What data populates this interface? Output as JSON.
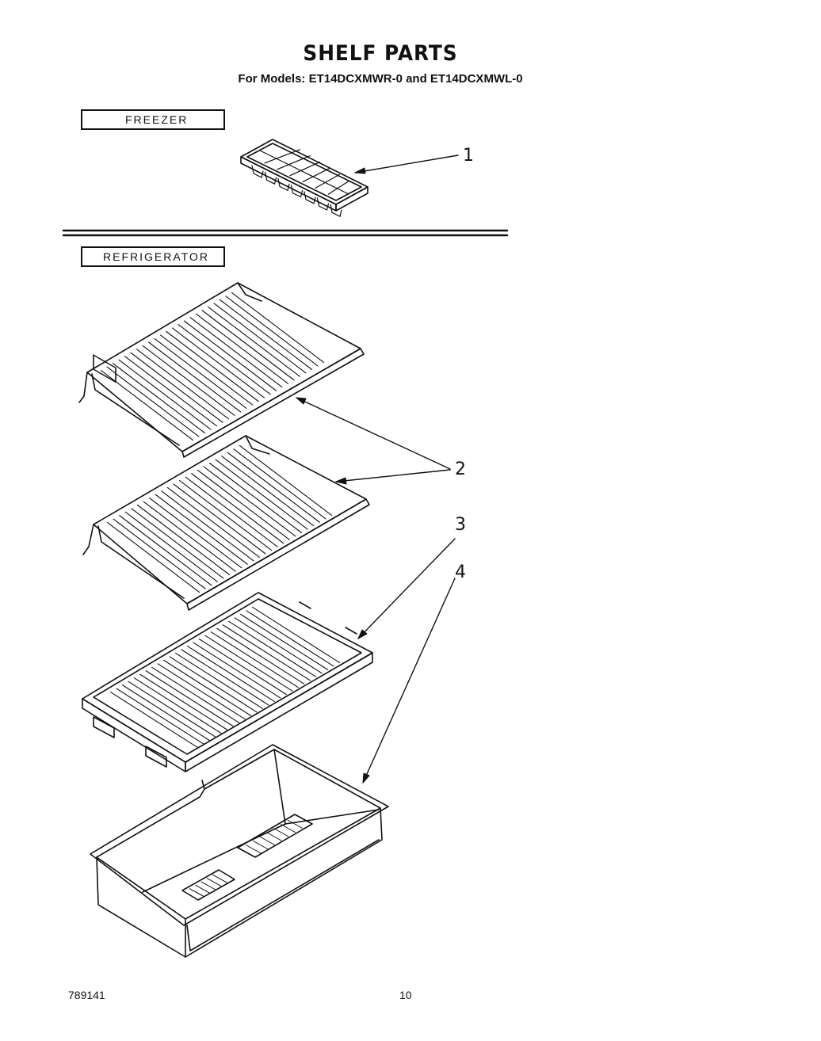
{
  "header": {
    "title": "SHELF PARTS",
    "subtitle": "For Models: ET14DCXMWR-0 and ET14DCXMWL-0"
  },
  "sections": {
    "freezer": "FREEZER",
    "refrigerator": "REFRIGERATOR"
  },
  "callouts": [
    "1",
    "2",
    "3",
    "4"
  ],
  "parts": [
    {
      "ref": "1",
      "name": "ice-cube-tray"
    },
    {
      "ref": "2",
      "name": "wire-shelf"
    },
    {
      "ref": "3",
      "name": "crisper-cover-grille"
    },
    {
      "ref": "4",
      "name": "crisper-pan"
    }
  ],
  "footer": {
    "doc_number": "789141",
    "page_number": "10"
  }
}
